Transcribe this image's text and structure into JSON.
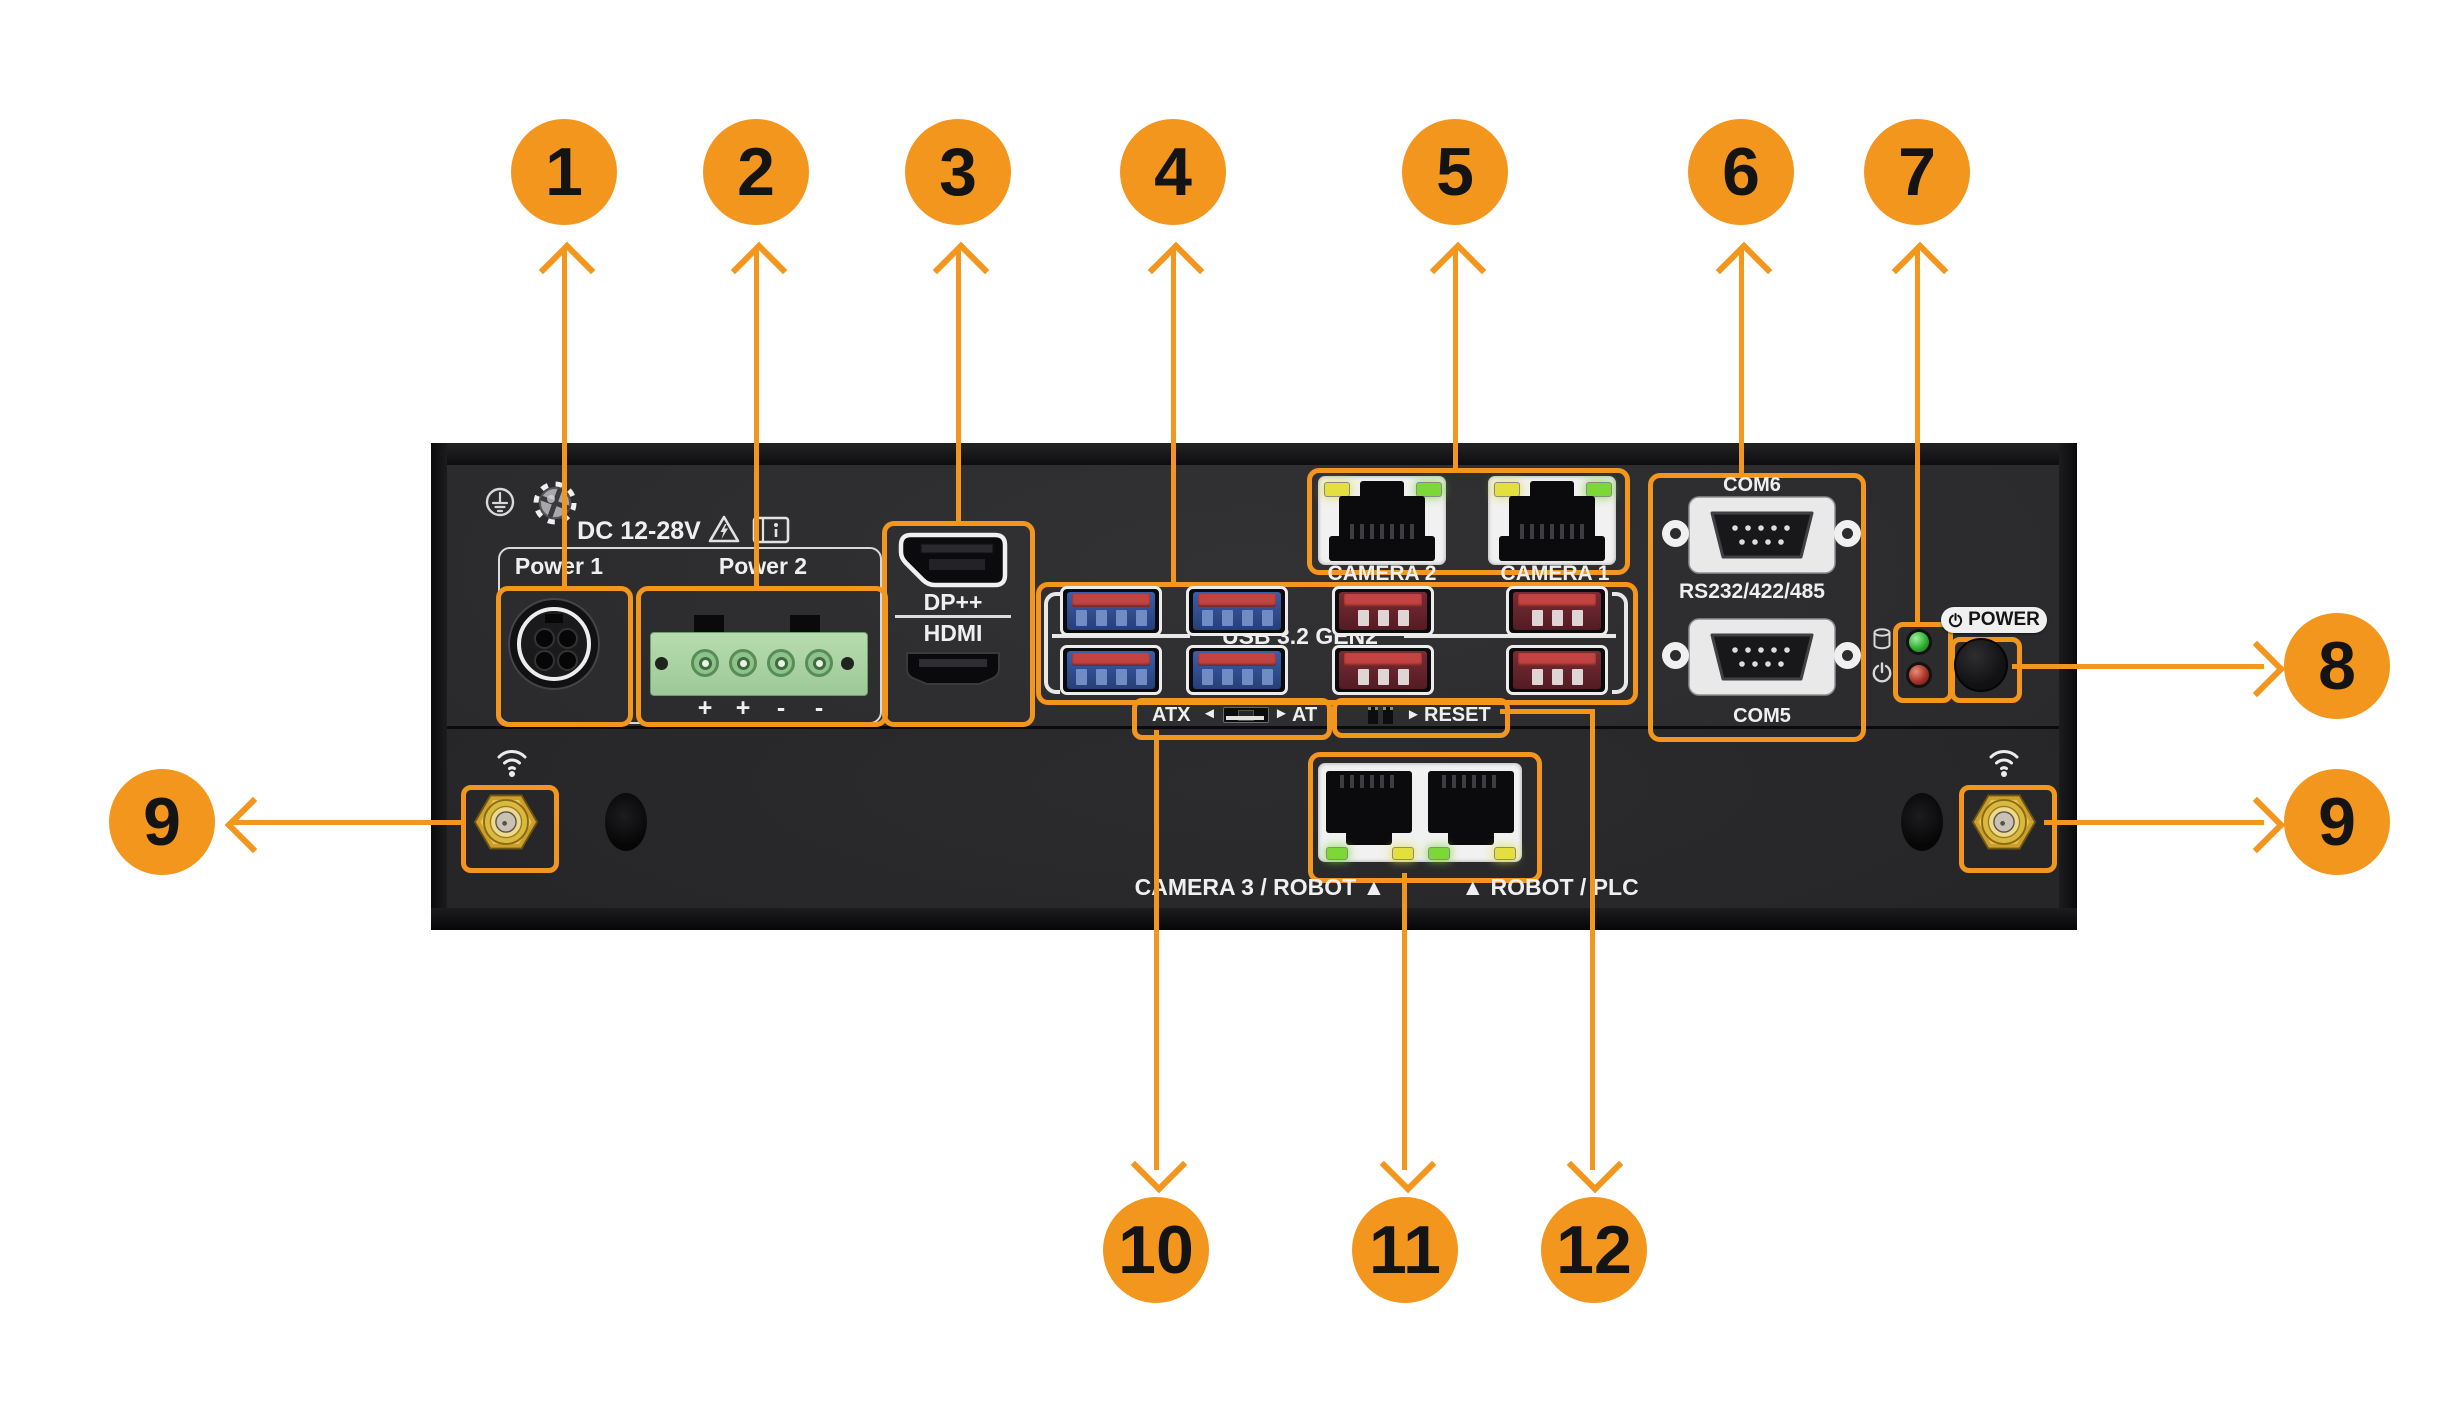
{
  "diagram_type": "industrial-pc-rear-panel-callout-diagram",
  "callouts": {
    "n1": "1",
    "n2": "2",
    "n3": "3",
    "n4": "4",
    "n5": "5",
    "n6": "6",
    "n7": "7",
    "n8": "8",
    "n9l": "9",
    "n9r": "9",
    "n10": "10",
    "n11": "11",
    "n12": "12"
  },
  "panel": {
    "dc_rating": "DC 12-28V",
    "power1": "Power 1",
    "power2": "Power 2",
    "polarity": [
      "+",
      "+",
      "-",
      "-"
    ],
    "dp": "DP++",
    "hdmi": "HDMI",
    "usb": "USB 3.2 GEN2",
    "camera2": "CAMERA 2",
    "camera1": "CAMERA 1",
    "com6": "COM6",
    "rs": "RS232/422/485",
    "com5": "COM5",
    "power": "POWER",
    "atx": "ATX",
    "at": "AT",
    "arrow_left": "◄",
    "arrow_right": "►",
    "reset": "RESET",
    "camera3_robot": "CAMERA 3 / ROBOT ▲",
    "robot_plc": "▲ ROBOT / PLC"
  },
  "icons": {
    "ground": "protective-earth-icon",
    "screw": "chassis-screw-icon",
    "warning": "electric-hazard-warning-icon",
    "manual": "read-manual-icon",
    "wifi": "wifi-antenna-icon",
    "hdd": "storage-led-icon",
    "power_symbol": "power-led-icon",
    "power_glyph": "power-button-icon"
  },
  "colors": {
    "accent_orange": "#F2961E",
    "panel_face": "#2F2F31",
    "led_green": "#3CB93C",
    "led_red": "#B5372E",
    "rj45_led_yellow": "#E3DF3C",
    "rj45_led_green": "#7CD836",
    "usb_blue": "#33549E",
    "usb_red": "#6E242E",
    "terminal_green": "#A9D3A1",
    "sma_gold": "#D9B845"
  }
}
